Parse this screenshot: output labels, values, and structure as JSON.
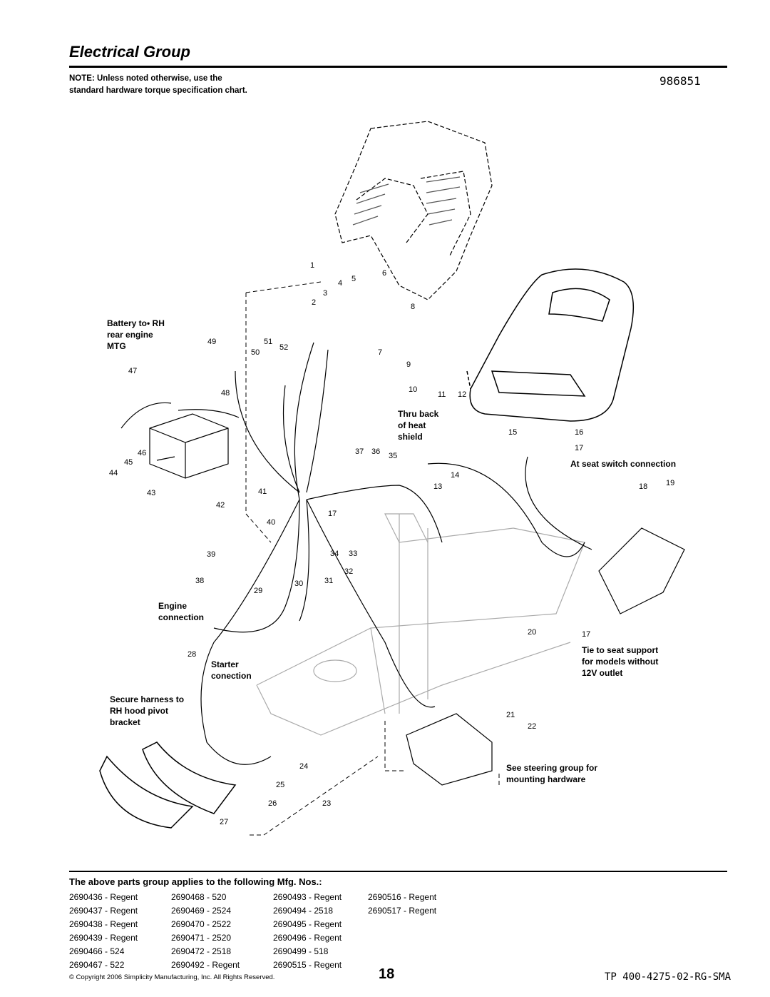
{
  "header": {
    "title": "Electrical Group",
    "part_number": "986851",
    "note": "NOTE: Unless noted otherwise, use the standard hardware torque specification chart."
  },
  "callouts": {
    "battery": "Battery to• RH rear engine MTG",
    "thru_back": "Thru back of heat shield",
    "seat_switch": "At seat switch connection",
    "engine": "Engine connection",
    "starter": "Starter conection",
    "secure_harness": "Secure harness to RH hood pivot bracket",
    "tie_to_seat": "Tie to seat support for models without 12V outlet",
    "steering": "See steering group for mounting hardware"
  },
  "mfg": {
    "title": "The above parts group applies to the following Mfg. Nos.:",
    "columns": [
      [
        "2690436 - Regent",
        "2690437 - Regent",
        "2690438 - Regent",
        "2690439 - Regent",
        "2690466 - 524",
        "2690467 - 522"
      ],
      [
        "2690468 - 520",
        "2690469 - 2524",
        "2690470 - 2522",
        "2690471 - 2520",
        "2690472 - 2518",
        "2690492 - Regent"
      ],
      [
        "2690493 - Regent",
        "2690494 - 2518",
        "2690495 - Regent",
        "2690496 - Regent",
        "2690499 - 518",
        "2690515 - Regent"
      ],
      [
        "2690516 - Regent",
        "2690517 - Regent"
      ]
    ]
  },
  "footer": {
    "copyright": "© Copyright 2006 Simplicity Manufacturing, Inc. All Rights Reserved.",
    "page": "18",
    "doc": "TP 400-4275-02-RG-SMA"
  },
  "item_numbers": [
    "1",
    "2",
    "3",
    "4",
    "5",
    "6",
    "7",
    "8",
    "9",
    "10",
    "11",
    "12",
    "13",
    "14",
    "15",
    "16",
    "17",
    "18",
    "19",
    "20",
    "21",
    "22",
    "23",
    "24",
    "25",
    "26",
    "27",
    "28",
    "29",
    "30",
    "31",
    "32",
    "33",
    "34",
    "35",
    "36",
    "37",
    "38",
    "39",
    "40",
    "41",
    "42",
    "43",
    "44",
    "45",
    "46",
    "47",
    "48",
    "49",
    "50",
    "51",
    "52"
  ],
  "extra_numbers": [
    "17",
    "17"
  ]
}
